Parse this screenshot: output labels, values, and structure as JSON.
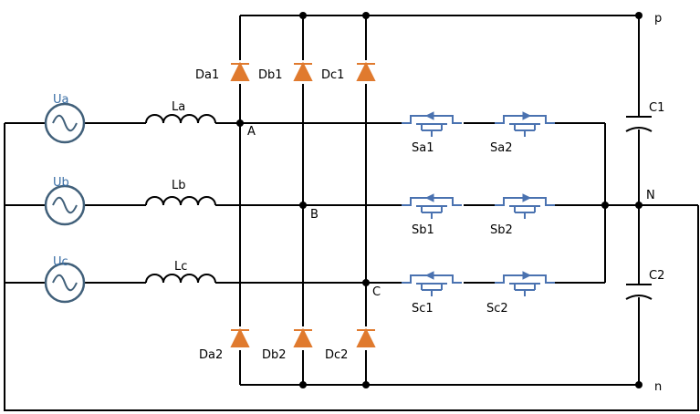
{
  "colors": {
    "wire": "#000000",
    "diode": "#e07a2e",
    "igbt": "#4a72b0",
    "source": "#41607a"
  },
  "nodes": {
    "p": "p",
    "n": "n",
    "N": "N",
    "A": "A",
    "B": "B",
    "C": "C"
  },
  "sources": [
    "Ua",
    "Ub",
    "Uc"
  ],
  "inductors": [
    "La",
    "Lb",
    "Lc"
  ],
  "diodes_upper": [
    "Da1",
    "Db1",
    "Dc1"
  ],
  "diodes_lower": [
    "Da2",
    "Db2",
    "Dc2"
  ],
  "switches": {
    "a": [
      "Sa1",
      "Sa2"
    ],
    "b": [
      "Sb1",
      "Sb2"
    ],
    "c": [
      "Sc1",
      "Sc2"
    ]
  },
  "capacitors": [
    "C1",
    "C2"
  ]
}
